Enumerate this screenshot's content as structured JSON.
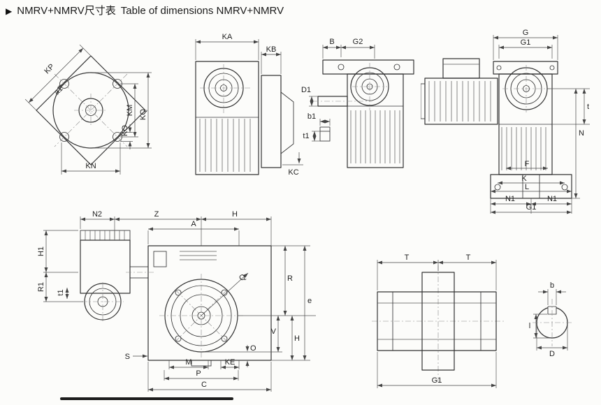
{
  "title": {
    "marker": "▶",
    "zh": "NMRV+NMRV尺寸表",
    "en": "Table of dimensions NMRV+NMRV"
  },
  "colors": {
    "ink": "#333333",
    "text": "#1f1f1f",
    "paper": "#fcfcfa"
  },
  "views": {
    "flange": {
      "labels": {
        "kp": "KP",
        "a1": "a1",
        "km": "KM",
        "kq": "KQ",
        "ko": "KO",
        "kn": "KN"
      }
    },
    "side": {
      "labels": {
        "ka": "KA",
        "kb": "KB",
        "kc": "KC"
      }
    },
    "front": {
      "labels": {
        "b": "B",
        "g2": "G2",
        "d1": "D1",
        "b1": "b1",
        "t1": "t1"
      }
    },
    "motor": {
      "labels": {
        "g": "G",
        "g1_top": "G1",
        "t": "t",
        "n": "N",
        "f": "F",
        "k": "K",
        "l": "L",
        "n1_left": "N1",
        "n1_right": "N1",
        "g1_bottom": "G1"
      }
    },
    "assembly": {
      "labels": {
        "n2": "N2",
        "z": "Z",
        "h_top": "H",
        "a": "A",
        "h1": "H1",
        "r1": "R1",
        "t1": "t1",
        "q": "Q",
        "r": "R",
        "e": "e",
        "v": "V",
        "h_right": "H",
        "o": "O",
        "s": "S",
        "m": "M",
        "ke": "KE",
        "p": "P",
        "c": "C"
      }
    },
    "shaft_section": {
      "labels": {
        "t_left": "T",
        "t_right": "T",
        "g1": "G1"
      }
    },
    "shaft_end": {
      "labels": {
        "b": "b",
        "l": "l",
        "d": "D"
      }
    }
  }
}
